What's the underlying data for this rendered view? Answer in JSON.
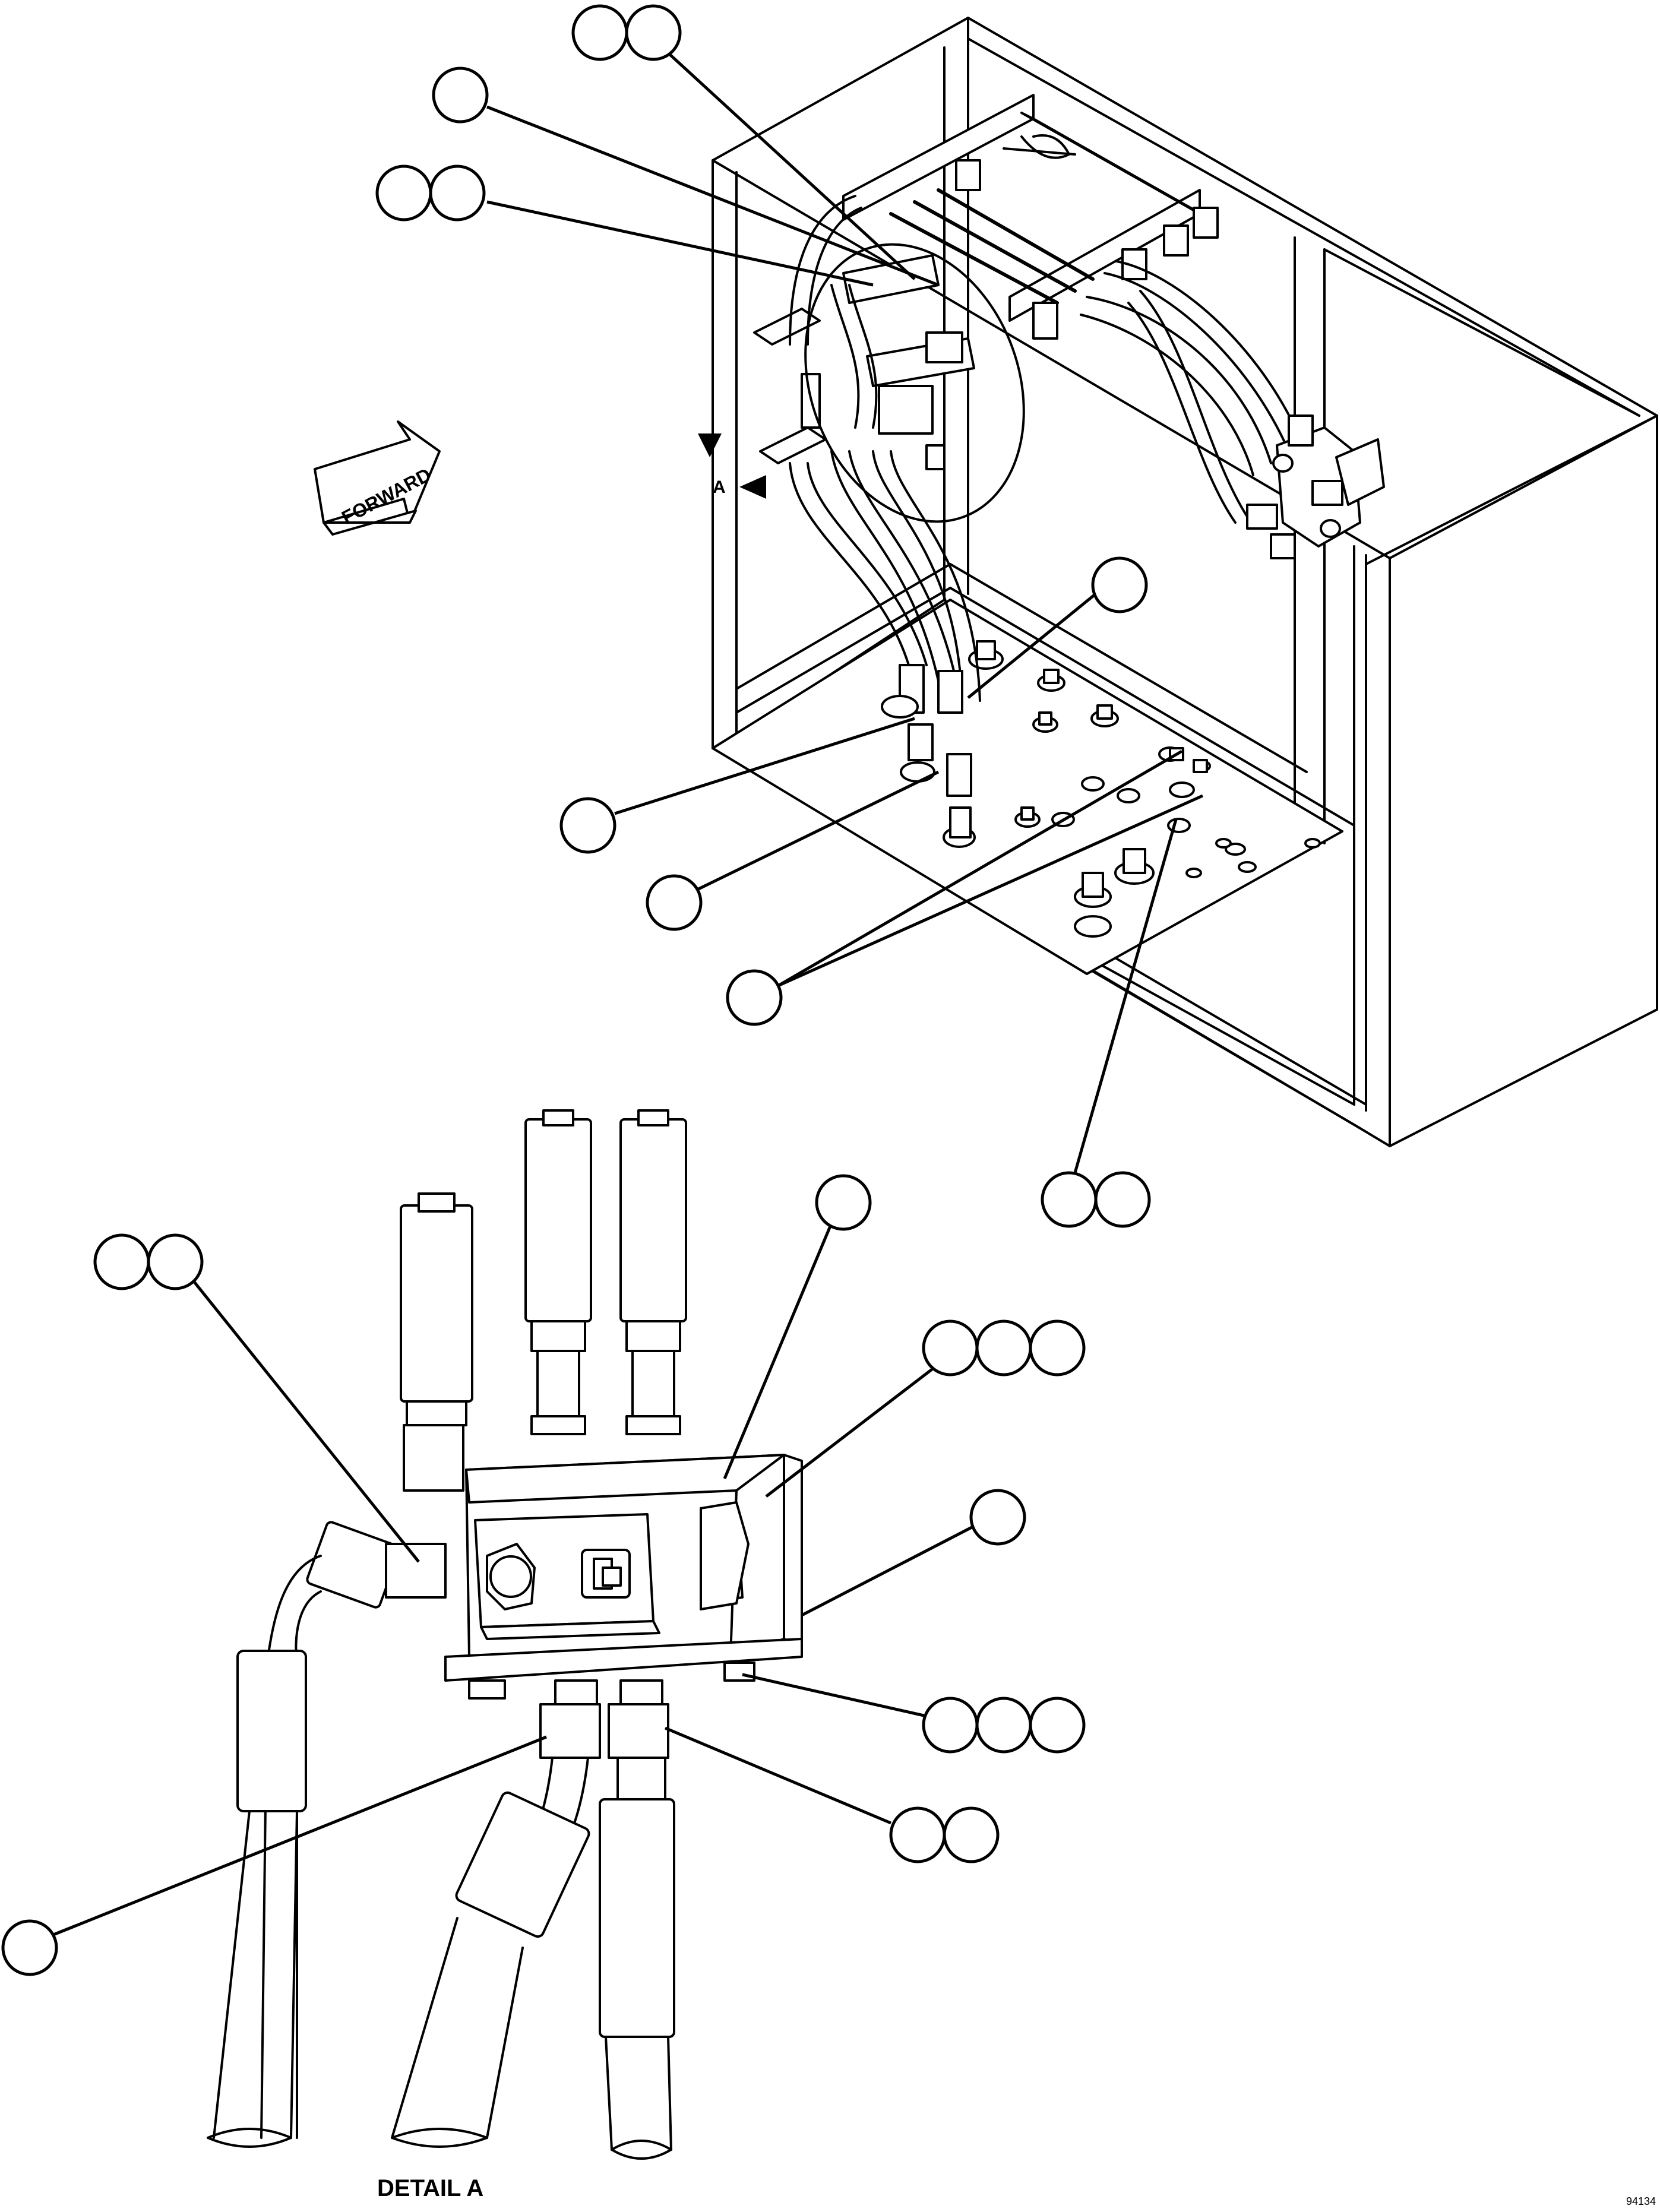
{
  "labels": {
    "forward_arrow": "FORWARD",
    "detail_ref": "A",
    "detail_title": "DETAIL A",
    "drawing_id": "94134"
  }
}
